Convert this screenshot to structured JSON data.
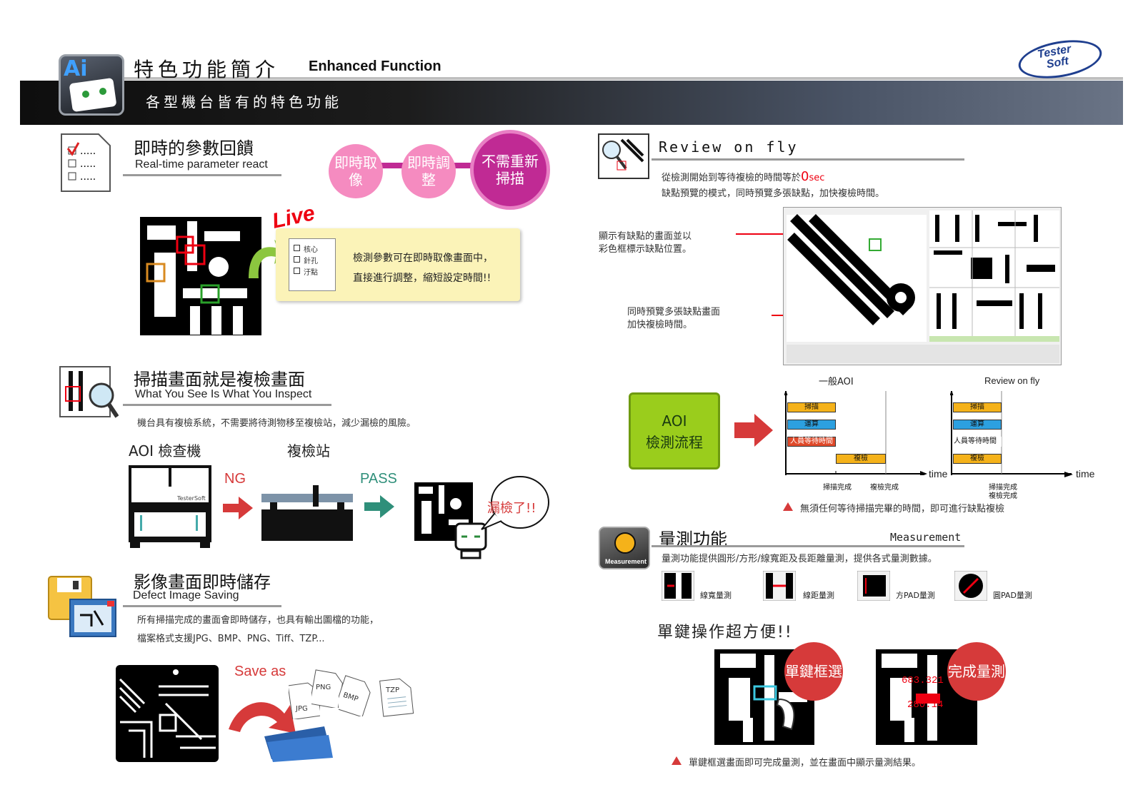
{
  "header": {
    "title_cn": "特色功能簡介",
    "title_en": "Enhanced Function",
    "subtitle": "各型機台皆有的特色功能",
    "logo_text": "Ai",
    "brand_line1": "Tester",
    "brand_line2": "Soft"
  },
  "realtime": {
    "title": "即時的參數回饋",
    "subtitle": "Real-time parameter react",
    "bubbles": [
      "即時取像",
      "即時調整",
      "不需重新掃描"
    ],
    "live_label": "Live",
    "checklist": [
      "核心",
      "針孔",
      "汙點"
    ],
    "note_line1": "檢測參數可在即時取像畫面中，",
    "note_line2": "直接進行調整，縮短設定時間!!"
  },
  "wysiwyi": {
    "title": "掃描畫面就是複檢畫面",
    "subtitle": "What You See Is What You Inspect",
    "desc": "機台具有複檢系統，不需要將待測物移至複檢站，減少漏檢的風險。",
    "label_aoi": "AOI 檢查機",
    "label_station": "複檢站",
    "ng": "NG",
    "pass": "PASS",
    "missed": "漏檢了!!",
    "machine_brand": "TesterSoft"
  },
  "saving": {
    "title": "影像畫面即時儲存",
    "subtitle": "Defect Image Saving",
    "desc1": "所有掃描完成的畫面會即時儲存，也具有輸出圖檔的功能，",
    "desc2": "檔案格式支援JPG、BMP、PNG、Tiff、TZP...",
    "save_as": "Save as",
    "files": [
      "JPG",
      "PNG",
      "BMP",
      "TZP"
    ]
  },
  "review": {
    "title": "Review on fly",
    "desc1_pre": "從檢測開始到等待複檢的時間等於",
    "desc1_zero": "0",
    "desc1_unit": "sec",
    "desc2": "缺點預覽的模式，同時預覽多張缺點，加快複檢時間。",
    "callout1_l1": "顯示有缺點的畫面並以",
    "callout1_l2": "彩色框標示缺點位置。",
    "callout2_l1": "同時預覽多張缺點畫面",
    "callout2_l2": "加快複檢時間。",
    "flow_box_l1": "AOI",
    "flow_box_l2": "檢測流程",
    "footnote": "無須任何等待掃描完畢的時間，即可進行缺點複檢"
  },
  "chart_data": [
    {
      "type": "bar",
      "title": "一般AOI",
      "xlabel": "time",
      "bars": [
        "掃描",
        "運算",
        "人員等待時間",
        "複檢"
      ],
      "ticks": [
        "掃描完成",
        "複檢完成"
      ]
    },
    {
      "type": "bar",
      "title": "Review on fly",
      "xlabel": "time",
      "bars": [
        "掃描",
        "運算",
        "人員等待時間",
        "複檢"
      ],
      "ticks": [
        "掃描完成",
        "複檢完成"
      ]
    }
  ],
  "measure": {
    "title": "量測功能",
    "title_en": "Measurement",
    "icon_label": "Measurement",
    "desc": "量測功能提供圓形/方形/線寬距及長距離量測，提供各式量測數據。",
    "tools": [
      "線寬量測",
      "線距量測",
      "方PAD量測",
      "圓PAD量測"
    ],
    "one_click": "單鍵操作超方便!!",
    "bubble1": "單鍵框選",
    "bubble2": "完成量測",
    "value1": "683.321",
    "value2": "280.14",
    "footnote": "單鍵框選畫面即可完成量測，並在畫面中顯示量測結果。"
  },
  "colors": {
    "pink": "#f58bc0",
    "magenta": "#c02a94",
    "green": "#9acd1c",
    "red": "#d63a3a",
    "teal": "#2f8f7a",
    "yellow_note": "#fbf3b8"
  }
}
